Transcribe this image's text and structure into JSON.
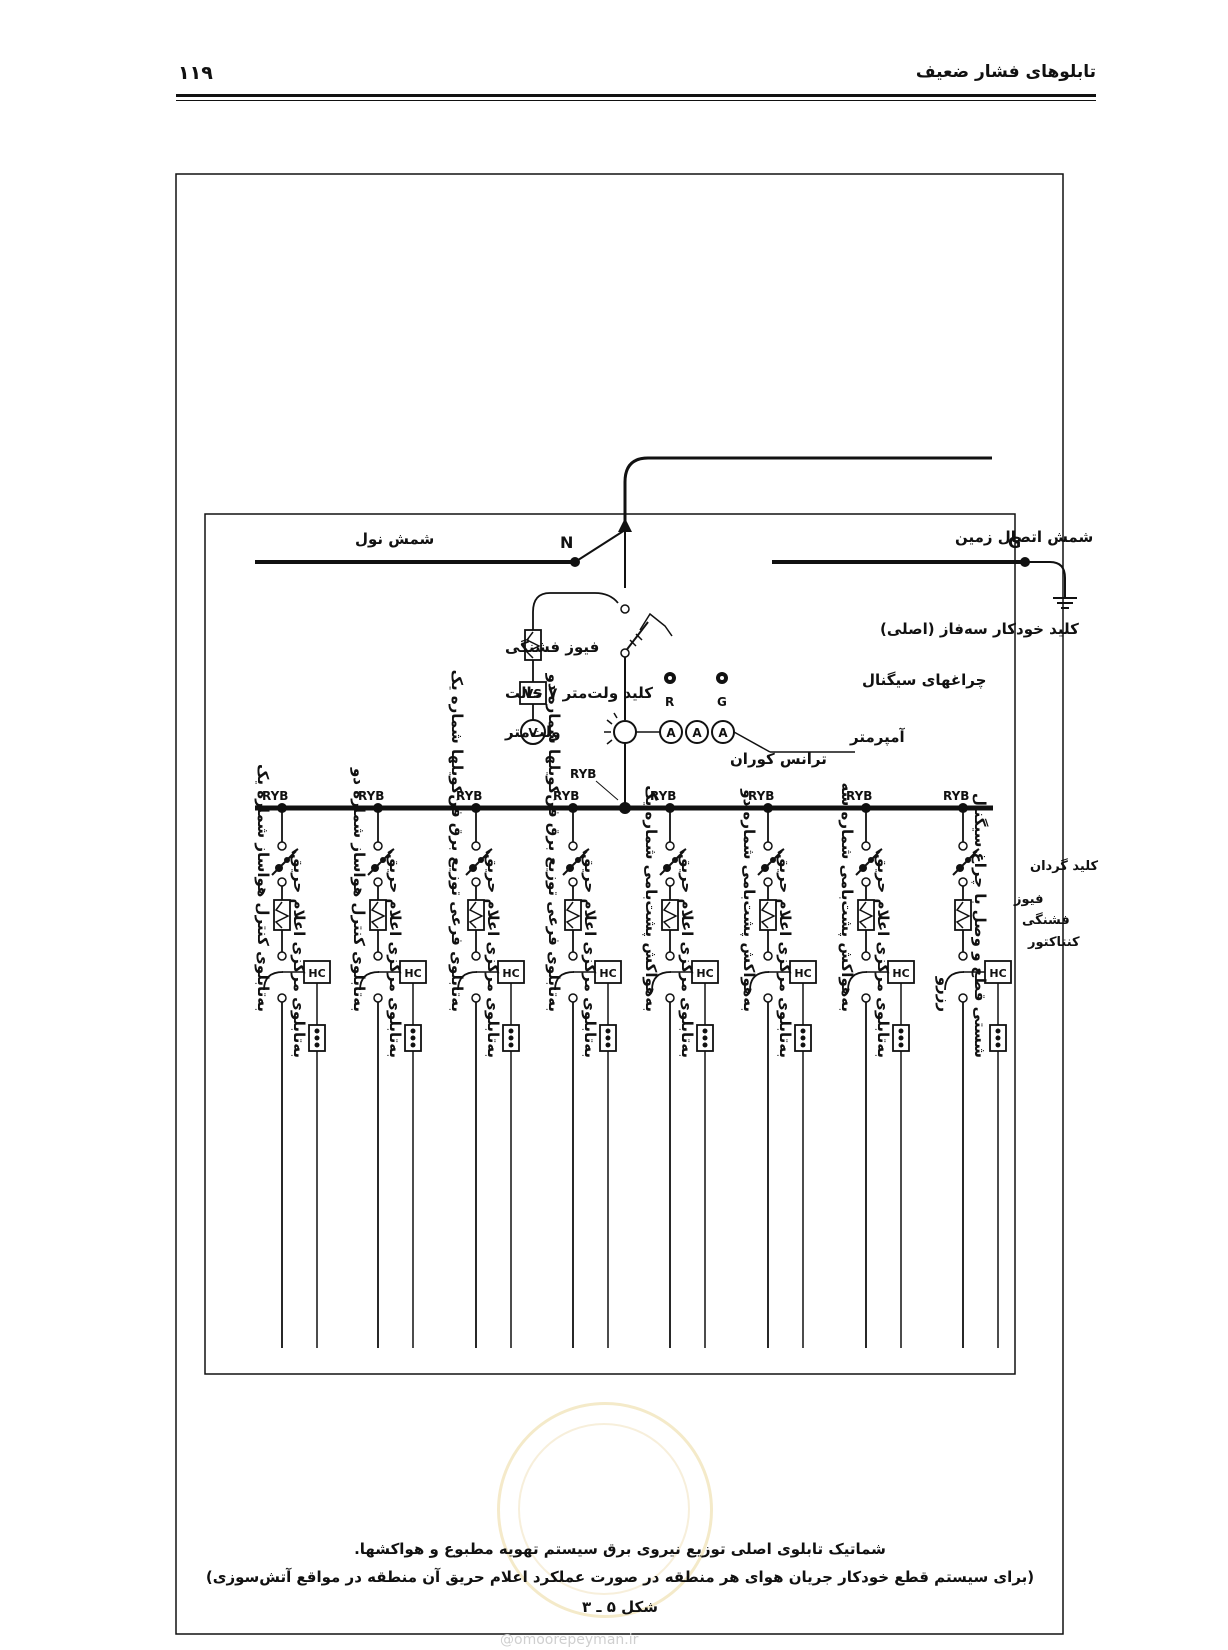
{
  "header": {
    "page_title": "تابلوهای فشار ضعیف",
    "page_number": "۱۱۹"
  },
  "bus": {
    "neutral_label": "شمش نول",
    "neutral_letter": "N",
    "ground_label": "شمش اتصال زمین",
    "ground_letter": "G",
    "phase_label": "RYB"
  },
  "components": {
    "main_breaker": "کلید خودکار سه‌فاز (اصلی)",
    "signal_lamps": "چراغهای سیگنال",
    "lamp_r": "R",
    "lamp_g": "G",
    "ammeter": "آمپرمتر",
    "ammeter_symbol": "A",
    "current_transformer": "ترانس کوران",
    "fuse": "فیوز فشنگی",
    "voltmeter_switch": "کلید ولت‌متر ۷ حالت",
    "voltmeter_switch_symbol": "VS",
    "voltmeter": "ولت‌متر",
    "voltmeter_symbol": "V",
    "rotary_switch": "کلید گردان",
    "fuse_short_1": "فیوز",
    "fuse_short_2": "فشنگی",
    "contactor": "کنتاکتور",
    "hc_symbol": "HC"
  },
  "feeders": [
    {
      "left_text": "به‌تابلوی کنترل هواساز شماره یک",
      "right_text": "به‌تابلوی مرکزی اعلام حریق"
    },
    {
      "left_text": "به‌تابلوی کنترل هواساز شماره دو",
      "right_text": "به‌تابلوی مرکزی اعلام حریق"
    },
    {
      "left_text": "به‌تابلوی فرعی توزیع برق فن‌کویلها شماره یک",
      "right_text": "به‌تابلوی مرکزی اعلام حریق"
    },
    {
      "left_text": "به‌تابلوی فرعی توزیع برق فن‌کویلها شماره دو",
      "right_text": "به‌تابلوی مرکزی اعلام حریق"
    },
    {
      "left_text": "به‌هواکش پشت‌بامی شماره یک",
      "right_text": "به‌تابلوی مرکزی اعلام حریق"
    },
    {
      "left_text": "به‌هواکش پشت‌بامی شماره دو",
      "right_text": "به‌تابلوی مرکزی اعلام حریق"
    },
    {
      "left_text": "به‌هواکش پشت‌بامی شماره سه",
      "right_text": "به‌تابلوی مرکزی اعلام حریق"
    },
    {
      "left_text": "رزرو",
      "right_text": "شستی قطع و وصل با چراغ سیگنال"
    }
  ],
  "caption": {
    "line1": "شماتیک تابلوی اصلی توزیع نیروی برق سیستم تهویه مطبوع و هواکشها.",
    "line2": "(برای سیستم قطع خودکار جریان هوای هر منطقه در صورت عملکرد اعلام حریق آن منطقه در مواقع آتش‌سوزی)",
    "figure": "شکل ۵ ـ ۳"
  },
  "footer": {
    "url": "@omoorepeyman.ir"
  }
}
